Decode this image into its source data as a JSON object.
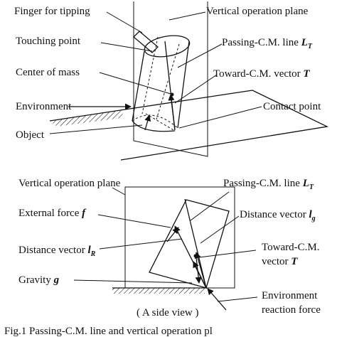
{
  "top": {
    "finger": "Finger for tipping",
    "vertical_plane": "Vertical operation plane",
    "touching_point": "Touching point",
    "passing_line": "Passing-C.M. line",
    "passing_line_sym": "L",
    "passing_line_sub": "T",
    "center_of_mass": "Center of mass",
    "toward_vector": "Toward-C.M. vector",
    "toward_vector_sym": "T",
    "environment": "Environment",
    "contact_point": "Contact point",
    "object": "Object"
  },
  "bottom": {
    "vertical_plane": "Vertical operation plane",
    "passing_line": "Passing-C.M. line",
    "passing_line_sym": "L",
    "passing_line_sub": "T",
    "external_force": "External force",
    "external_force_sym": "f",
    "distance_g": "Distance vector",
    "distance_g_sym": "l",
    "distance_g_sub": "g",
    "distance_r": "Distance vector",
    "distance_r_sym": "l",
    "distance_r_sub": "R",
    "toward_line1": "Toward-C.M.",
    "toward_line2": "vector",
    "toward_sym": "T",
    "gravity": "Gravity",
    "gravity_sym": "g",
    "env_line1": "Environment",
    "env_line2": "reaction force",
    "side_view": "( A side view )"
  },
  "caption_fragment": "Fig.1  Passing-C.M. line and vertical operation pl"
}
